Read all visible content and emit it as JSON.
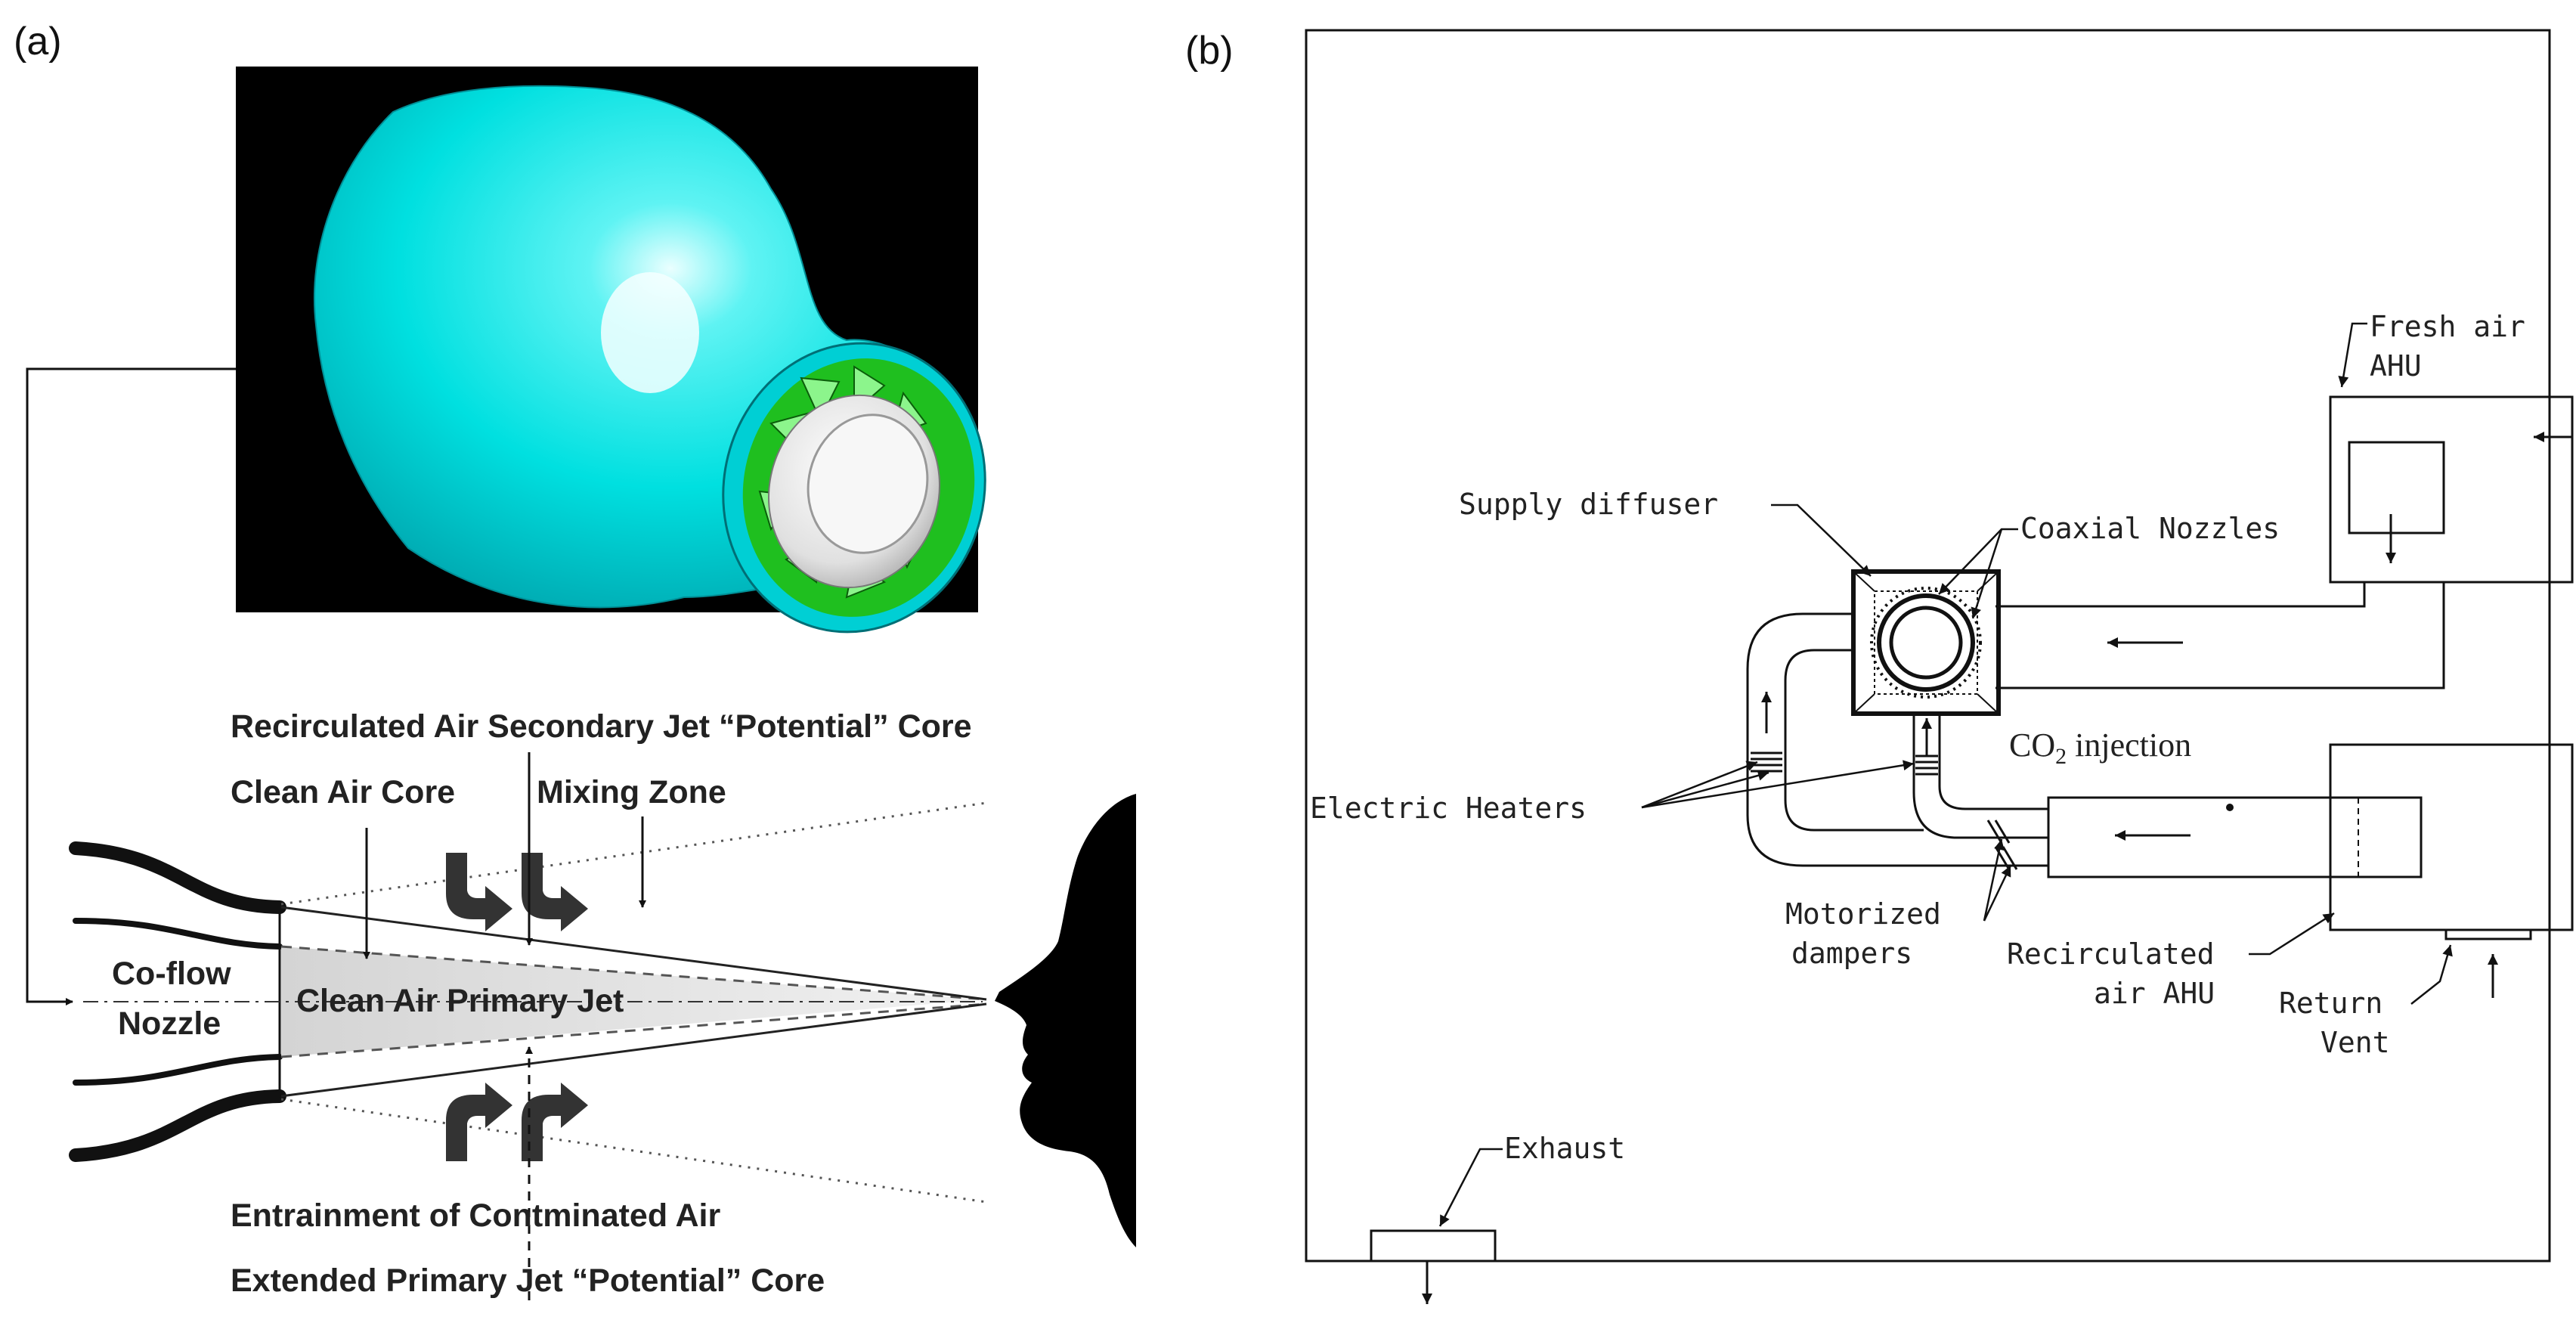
{
  "panel_a": {
    "label": "(a)",
    "render_colors": {
      "background": "#000000",
      "nozzle_body": "#00e5e5",
      "vanes": "#22cc22",
      "inner_pipe": "#e8e8e8"
    },
    "labels": {
      "recirculated_core": "Recirculated Air Secondary Jet “Potential” Core",
      "clean_air_core": "Clean Air Core",
      "mixing_zone": "Mixing Zone",
      "coflow_line1": "Co-flow",
      "coflow_line2": "Nozzle",
      "primary_jet": "Clean Air Primary Jet",
      "entrainment": "Entrainment of Contminated Air",
      "extended_core": "Extended Primary Jet “Potential” Core"
    }
  },
  "panel_b": {
    "label": "(b)",
    "labels": {
      "fresh_air_line1": "Fresh air",
      "fresh_air_line2": "AHU",
      "supply_diffuser": "Supply diffuser",
      "coaxial_nozzles": "Coaxial Nozzles",
      "co2_prefix": "CO",
      "co2_sub": "2",
      "co2_suffix": " injection",
      "electric_heaters": "Electric Heaters",
      "motorized_line1": "Motorized",
      "motorized_line2": "dampers",
      "recirculated_line1": "Recirculated",
      "recirculated_line2": "air AHU",
      "return_line1": "Return",
      "return_line2": "Vent",
      "exhaust": "Exhaust"
    }
  }
}
